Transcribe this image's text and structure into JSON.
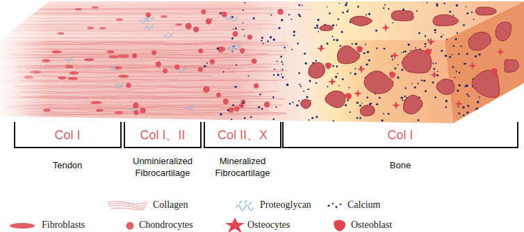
{
  "diagram": {
    "labels": [
      "Col I",
      "Col I、II",
      "Col II、X",
      "Col I",
      "Tendon",
      "Unminieralized Fibrocartilage",
      "Mineralized Fibrocartilage",
      "Bone"
    ],
    "legend": [
      {
        "text": "Collagen"
      },
      {
        "text": "Proteoglycan"
      },
      {
        "text": "Calcium"
      },
      {
        "text": "Fibroblasts"
      },
      {
        "text": "Chondrocytes"
      },
      {
        "text": "Osteocytes"
      },
      {
        "text": "Osteoblast"
      }
    ]
  }
}
